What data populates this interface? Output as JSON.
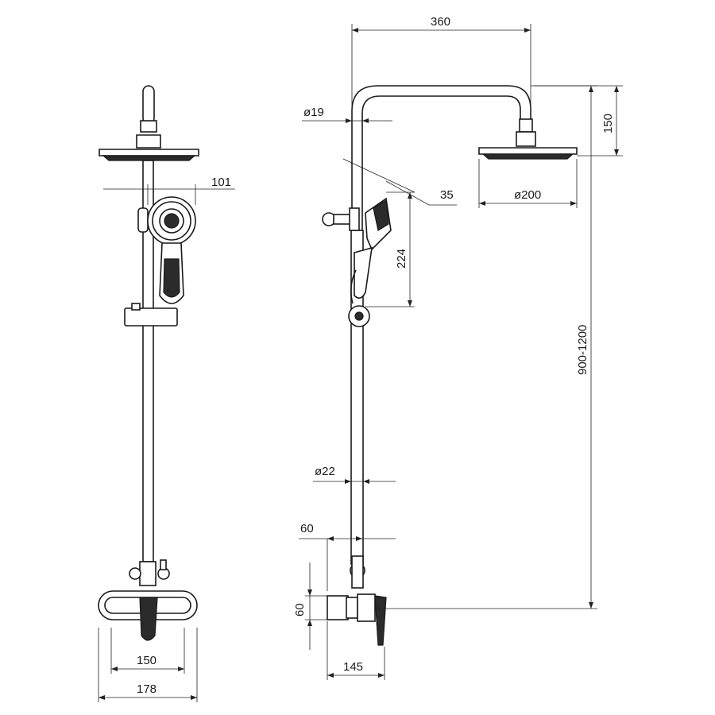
{
  "diagram": {
    "dimensions": {
      "head_spacing": "101",
      "arm_reach": "360",
      "pipe_top_diameter": "ø19",
      "head_height": "150",
      "head_diameter": "ø200",
      "tilt": "35",
      "hand_shower_length": "224",
      "height_range": "900-1200",
      "pipe_bottom_diameter": "ø22",
      "mixer_offset": "60",
      "mixer_height": "60",
      "mixer_depth": "145",
      "body_width": "150",
      "overall_width": "178"
    },
    "colors": {
      "line": "#1a1a1a",
      "fill_dark": "#2b2b2b",
      "background": "#ffffff"
    }
  }
}
